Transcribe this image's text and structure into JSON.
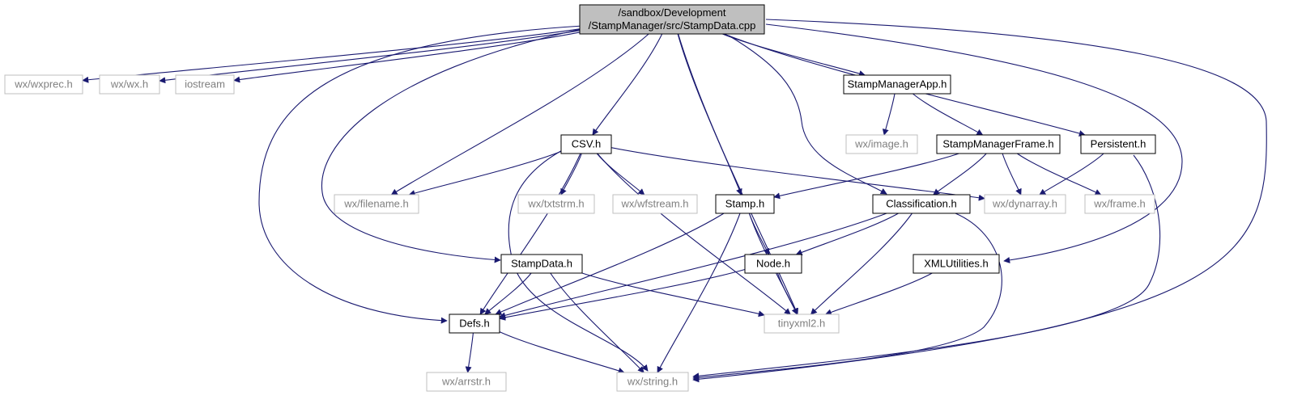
{
  "diagram": {
    "root": {
      "id": "root",
      "label_lines": [
        "/sandbox/Development",
        "/StampManager/src/StampData.cpp"
      ]
    },
    "nodes": [
      {
        "id": "wxprec",
        "label": "wx/wxprec.h",
        "kind": "external"
      },
      {
        "id": "wxwx",
        "label": "wx/wx.h",
        "kind": "external"
      },
      {
        "id": "iostream",
        "label": "iostream",
        "kind": "external"
      },
      {
        "id": "app",
        "label": "StampManagerApp.h",
        "kind": "internal"
      },
      {
        "id": "wximage",
        "label": "wx/image.h",
        "kind": "external"
      },
      {
        "id": "frame",
        "label": "StampManagerFrame.h",
        "kind": "internal"
      },
      {
        "id": "persist",
        "label": "Persistent.h",
        "kind": "internal"
      },
      {
        "id": "csv",
        "label": "CSV.h",
        "kind": "internal"
      },
      {
        "id": "filename",
        "label": "wx/filename.h",
        "kind": "external"
      },
      {
        "id": "txtstrm",
        "label": "wx/txtstrm.h",
        "kind": "external"
      },
      {
        "id": "wfstream",
        "label": "wx/wfstream.h",
        "kind": "external"
      },
      {
        "id": "stamp",
        "label": "Stamp.h",
        "kind": "internal"
      },
      {
        "id": "classif",
        "label": "Classification.h",
        "kind": "internal"
      },
      {
        "id": "dynarray",
        "label": "wx/dynarray.h",
        "kind": "external"
      },
      {
        "id": "wxframe",
        "label": "wx/frame.h",
        "kind": "external"
      },
      {
        "id": "stampdata",
        "label": "StampData.h",
        "kind": "internal"
      },
      {
        "id": "node",
        "label": "Node.h",
        "kind": "internal"
      },
      {
        "id": "xmlutil",
        "label": "XMLUtilities.h",
        "kind": "internal"
      },
      {
        "id": "defs",
        "label": "Defs.h",
        "kind": "internal"
      },
      {
        "id": "tinyxml",
        "label": "tinyxml2.h",
        "kind": "external"
      },
      {
        "id": "arrstr",
        "label": "wx/arrstr.h",
        "kind": "external"
      },
      {
        "id": "wxstring",
        "label": "wx/string.h",
        "kind": "external"
      }
    ],
    "edges": [
      [
        "root",
        "wxprec"
      ],
      [
        "root",
        "wxwx"
      ],
      [
        "root",
        "iostream"
      ],
      [
        "root",
        "app"
      ],
      [
        "root",
        "persist"
      ],
      [
        "root",
        "csv"
      ],
      [
        "root",
        "filename"
      ],
      [
        "root",
        "stamp"
      ],
      [
        "root",
        "classif"
      ],
      [
        "root",
        "stampdata"
      ],
      [
        "root",
        "defs"
      ],
      [
        "root",
        "tinyxml"
      ],
      [
        "root",
        "xmlutil"
      ],
      [
        "root",
        "wxstring"
      ],
      [
        "app",
        "wximage"
      ],
      [
        "app",
        "frame"
      ],
      [
        "frame",
        "stamp"
      ],
      [
        "frame",
        "classif"
      ],
      [
        "frame",
        "dynarray"
      ],
      [
        "frame",
        "wxframe"
      ],
      [
        "persist",
        "dynarray"
      ],
      [
        "persist",
        "wxstring"
      ],
      [
        "csv",
        "filename"
      ],
      [
        "csv",
        "txtstrm"
      ],
      [
        "csv",
        "wfstream"
      ],
      [
        "csv",
        "dynarray"
      ],
      [
        "csv",
        "tinyxml"
      ],
      [
        "csv",
        "defs"
      ],
      [
        "csv",
        "wxstring"
      ],
      [
        "stamp",
        "defs"
      ],
      [
        "stamp",
        "node"
      ],
      [
        "stamp",
        "tinyxml"
      ],
      [
        "stamp",
        "wxstring"
      ],
      [
        "classif",
        "node"
      ],
      [
        "classif",
        "tinyxml"
      ],
      [
        "classif",
        "wxstring"
      ],
      [
        "classif",
        "defs"
      ],
      [
        "stampdata",
        "defs"
      ],
      [
        "stampdata",
        "tinyxml"
      ],
      [
        "stampdata",
        "wxstring"
      ],
      [
        "node",
        "defs"
      ],
      [
        "node",
        "tinyxml"
      ],
      [
        "xmlutil",
        "tinyxml"
      ],
      [
        "defs",
        "arrstr"
      ],
      [
        "defs",
        "wxstring"
      ]
    ]
  }
}
